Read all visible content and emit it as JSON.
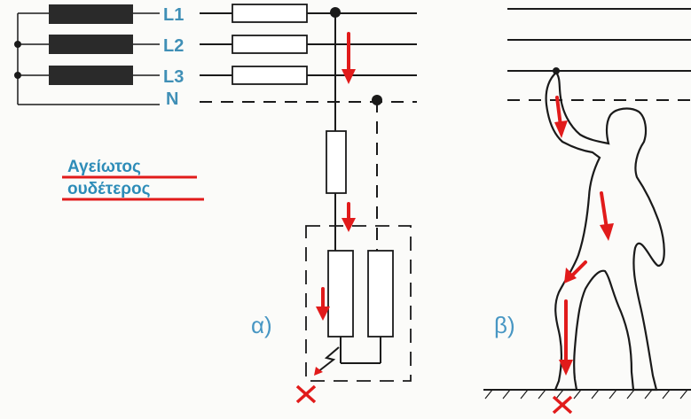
{
  "labels": {
    "phase1": "L1",
    "phase2": "L2",
    "phase3": "L3",
    "neutral": "N",
    "note_line1": "Αγείωτος",
    "note_line2": "ουδέτερος",
    "panel_a": "α)",
    "panel_b": "β)"
  },
  "colors": {
    "label_blue": "#3f8fb6",
    "arrow_red": "#e11b1b",
    "underline_red": "#e11b1b",
    "line_black": "#1a1a1a",
    "winding_fill": "#2a2a2a"
  },
  "icons": {
    "fault_marker": "red-cross-icon",
    "current_arrow": "red-arrow-down-icon",
    "spark": "lightning-bolt-icon",
    "ground": "ground-hatch-icon"
  }
}
